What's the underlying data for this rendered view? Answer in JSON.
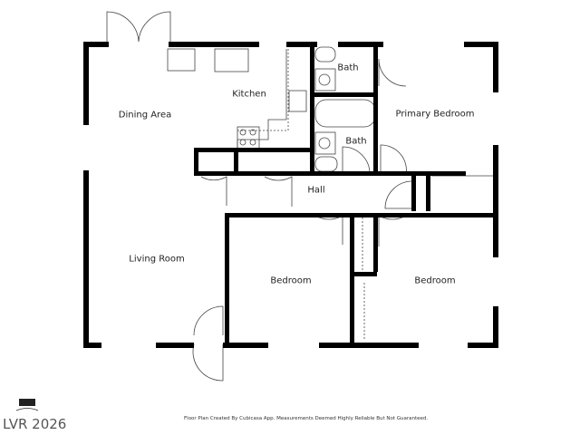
{
  "rooms": {
    "dining": "Dining Area",
    "kitchen": "Kitchen",
    "bath1": "Bath",
    "bath2": "Bath",
    "primary": "Primary Bedroom",
    "hall": "Hall",
    "living": "Living Room",
    "bedroom1": "Bedroom",
    "bedroom2": "Bedroom"
  },
  "footer": {
    "disclaimer": "Floor Plan Created By Cubicasa App. Measurements Deemed Highly Reliable But Not Guaranteed.",
    "watermark": "LVR 2026"
  },
  "colors": {
    "wall": "#000000",
    "line": "#444444"
  }
}
